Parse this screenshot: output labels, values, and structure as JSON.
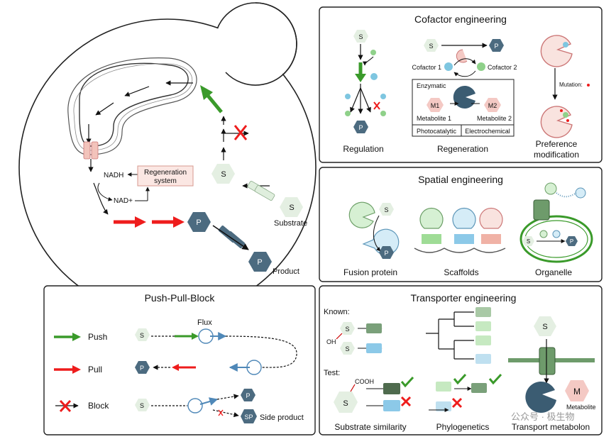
{
  "cell": {
    "nadh": "NADH",
    "nad": "NAD+",
    "regen_box_line1": "Regeneration",
    "regen_box_line2": "system",
    "s_inside": "S",
    "s_outside": "S",
    "substrate": "Substrate",
    "p_inside": "P",
    "p_outside": "P",
    "product": "Product"
  },
  "ppb": {
    "title": "Push-Pull-Block",
    "flux": "Flux",
    "push": "Push",
    "pull": "Pull",
    "block": "Block",
    "s1": "S",
    "p1": "P",
    "s2": "S",
    "p2": "P",
    "sp": "SP",
    "side_product": "Side product"
  },
  "cofactor": {
    "title": "Cofactor engineering",
    "reg_s": "S",
    "reg_p": "P",
    "regulation": "Regulation",
    "rg_s": "S",
    "rg_p": "P",
    "cofactor1": "Cofactor 1",
    "cofactor2": "Cofactor 2",
    "enzymatic": "Enzymatic",
    "m1": "M1",
    "m2": "M2",
    "metabolite1": "Metabolite 1",
    "metabolite2": "Metabolite 2",
    "photocatalytic": "Photocatalytic",
    "electrochemical": "Electrochemical",
    "regeneration": "Regeneration",
    "mutation": "Mutation:",
    "preference_line1": "Preference",
    "preference_line2": "modification"
  },
  "spatial": {
    "title": "Spatial engineering",
    "fs": "S",
    "fp": "P",
    "fusion": "Fusion protein",
    "scaffolds": "Scaffolds",
    "os": "S",
    "op": "P",
    "organelle": "Organelle"
  },
  "transporter": {
    "title": "Transporter engineering",
    "known": "Known:",
    "oh": "OH",
    "ks1": "S",
    "ks2": "S",
    "test": "Test:",
    "cooh": "COOH",
    "ts": "S",
    "substrate_similarity": "Substrate similarity",
    "phylogenetics": "Phylogenetics",
    "ms": "S",
    "m": "M",
    "metabolite": "Metabolite",
    "transport_metabolon": "Transport metabolon",
    "watermark": "公众号 · 极生物"
  },
  "colors": {
    "green_arrow": "#3a9a2a",
    "red_arrow": "#ee1c1c",
    "hex_light": "#e4efe2",
    "hex_dark": "#4c6b80",
    "pink": "#f4c9c4",
    "check": "#3a9a2a"
  }
}
